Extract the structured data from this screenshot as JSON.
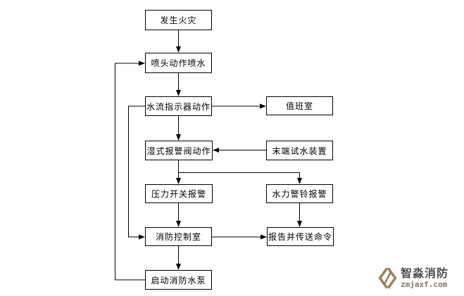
{
  "flowchart": {
    "line_color": "#000000",
    "box_border_color": "#000000",
    "box_fill_color": "#ffffff",
    "nodes": [
      {
        "id": "fire-occurs",
        "label": "发生火灾"
      },
      {
        "id": "sprinkler-sprays",
        "label": "喷头动作喷水"
      },
      {
        "id": "flow-indicator",
        "label": "水流指示器动作"
      },
      {
        "id": "duty-room",
        "label": "值班室"
      },
      {
        "id": "wet-alarm-valve",
        "label": "湿式报警阀动作"
      },
      {
        "id": "end-test-device",
        "label": "末端试水装置"
      },
      {
        "id": "pressure-switch",
        "label": "压力开关报警"
      },
      {
        "id": "hydraulic-bell",
        "label": "水力警铃报警"
      },
      {
        "id": "fire-control-room",
        "label": "消防控制室"
      },
      {
        "id": "report-command",
        "label": "报告并传送命令"
      },
      {
        "id": "start-fire-pump",
        "label": "启动消防水泵"
      }
    ],
    "edges": [
      {
        "from": "fire-occurs",
        "to": "sprinkler-sprays",
        "direction": "down"
      },
      {
        "from": "sprinkler-sprays",
        "to": "flow-indicator",
        "direction": "down"
      },
      {
        "from": "flow-indicator",
        "to": "duty-room",
        "direction": "right"
      },
      {
        "from": "flow-indicator",
        "to": "wet-alarm-valve",
        "direction": "down"
      },
      {
        "from": "end-test-device",
        "to": "wet-alarm-valve",
        "direction": "left"
      },
      {
        "from": "wet-alarm-valve",
        "to": "pressure-switch",
        "direction": "down"
      },
      {
        "from": "wet-alarm-valve",
        "to": "hydraulic-bell",
        "direction": "down-right-branch"
      },
      {
        "from": "pressure-switch",
        "to": "fire-control-room",
        "direction": "down"
      },
      {
        "from": "hydraulic-bell",
        "to": "report-command",
        "direction": "down"
      },
      {
        "from": "fire-control-room",
        "to": "report-command",
        "direction": "right"
      },
      {
        "from": "fire-control-room",
        "to": "start-fire-pump",
        "direction": "down"
      },
      {
        "from": "flow-indicator",
        "to": "fire-control-room",
        "direction": "left-loop"
      },
      {
        "from": "start-fire-pump",
        "to": "sprinkler-sprays",
        "direction": "left-loop"
      }
    ]
  },
  "logo": {
    "name": "智淼消防",
    "domain": "zmjaxf.com",
    "icon": "diamond-chevrons-icon",
    "icon_color": "#9c8165",
    "name_color": "#4d4d4d",
    "domain_color": "#857567"
  }
}
